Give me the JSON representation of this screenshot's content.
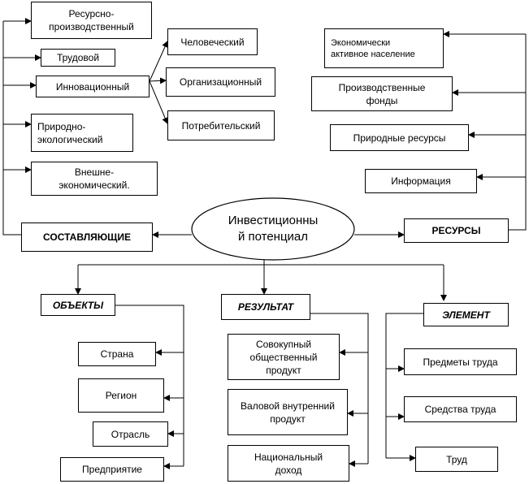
{
  "center": {
    "label": "Инвестиционны\nй потенциал"
  },
  "components": {
    "title": "СОСТАВЛЯЮЩИЕ",
    "items": [
      "Ресурсно-\nпроизводственный",
      "Трудовой",
      "Инновационный",
      "Природно-\nэкологический",
      "Внешне-\nэкономический."
    ],
    "innovation_sub": [
      "Человеческий",
      "Организационный",
      "Потребительский"
    ]
  },
  "resources": {
    "title": "РЕСУРСЫ",
    "items": [
      "Экономически\nактивное население",
      "Производственные\nфонды",
      "Природные ресурсы",
      "Информация"
    ]
  },
  "objects": {
    "title": "ОБЪЕКТЫ",
    "items": [
      "Страна",
      "Регион",
      "Отрасль",
      "Предприятие"
    ]
  },
  "result": {
    "title": "РЕЗУЛЬТАТ",
    "items": [
      "Совокупный\nобщественный\nпродукт",
      "Валовой внутренний\nпродукт",
      "Национальный\nдоход"
    ]
  },
  "element": {
    "title": "ЭЛЕМЕНТ",
    "items": [
      "Предметы труда",
      "Средства труда",
      "Труд"
    ]
  }
}
